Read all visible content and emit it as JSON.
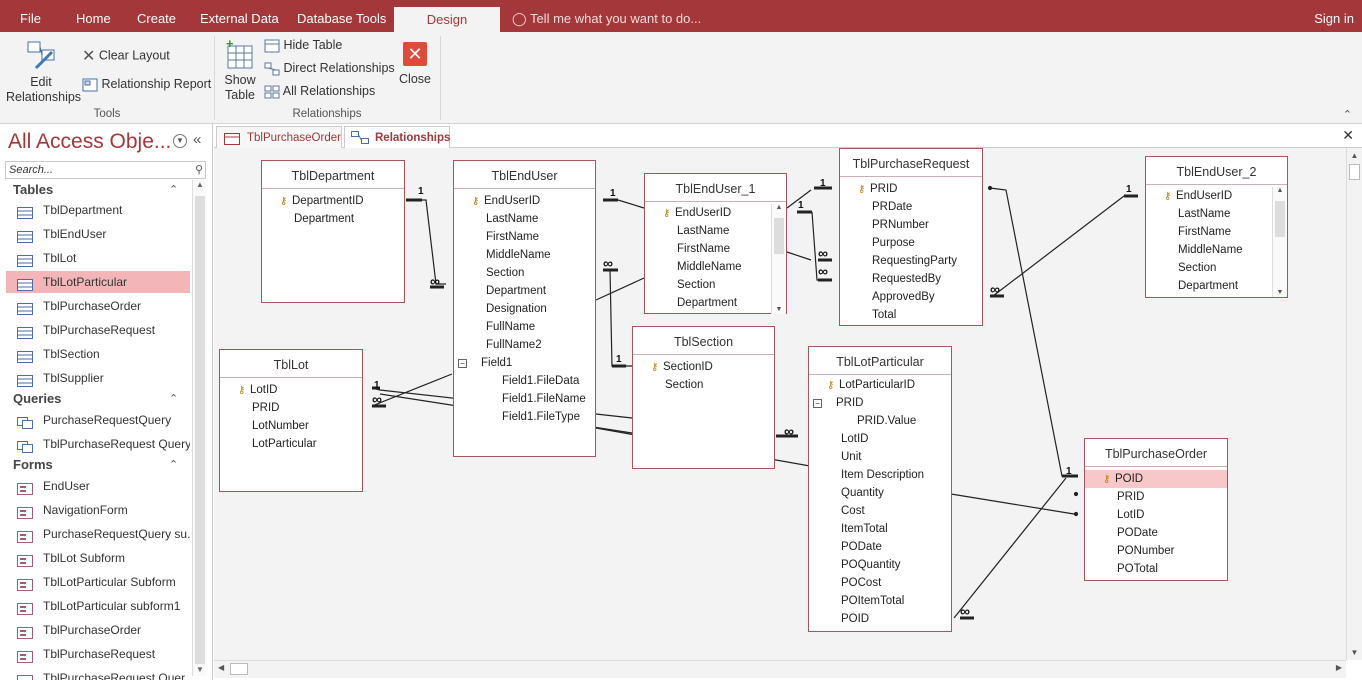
{
  "ribbon_tabs": [
    "File",
    "Home",
    "Create",
    "External Data",
    "Database Tools",
    "Design"
  ],
  "tell_me": "Tell me what you want to do...",
  "sign_in": "Sign in",
  "tools": {
    "edit_relationships_1": "Edit",
    "edit_relationships_2": "Relationships",
    "clear_layout": "Clear Layout",
    "relationship_report": "Relationship Report",
    "group_label": "Tools"
  },
  "relationships_group": {
    "show_table_1": "Show",
    "show_table_2": "Table",
    "hide_table": "Hide Table",
    "direct_relationships": "Direct Relationships",
    "all_relationships": "All Relationships",
    "close": "Close",
    "group_label": "Relationships"
  },
  "nav": {
    "title": "All Access Obje...",
    "search_placeholder": "Search...",
    "tables_label": "Tables",
    "tables": [
      "TblDepartment",
      "TblEndUser",
      "TblLot",
      "TblLotParticular",
      "TblPurchaseOrder",
      "TblPurchaseRequest",
      "TblSection",
      "TblSupplier"
    ],
    "queries_label": "Queries",
    "queries": [
      "PurchaseRequestQuery",
      "TblPurchaseRequest Query"
    ],
    "forms_label": "Forms",
    "forms": [
      "EndUser",
      "NavigationForm",
      "PurchaseRequestQuery su...",
      "TblLot Subform",
      "TblLotParticular Subform",
      "TblLotParticular subform1",
      "TblPurchaseOrder",
      "TblPurchaseRequest",
      "TblPurchaseRequest Quer..."
    ]
  },
  "doc_tabs": [
    "TblPurchaseOrder",
    "Relationships"
  ],
  "tables": {
    "dept": {
      "title": "TblDepartment",
      "fields": [
        "DepartmentID",
        "Department"
      ]
    },
    "enduser": {
      "title": "TblEndUser",
      "fields": [
        "EndUserID",
        "LastName",
        "FirstName",
        "MiddleName",
        "Section",
        "Department",
        "Designation",
        "FullName",
        "FullName2",
        "Field1",
        "Field1.FileData",
        "Field1.FileName",
        "Field1.FileType"
      ]
    },
    "enduser1": {
      "title": "TblEndUser_1",
      "fields": [
        "EndUserID",
        "LastName",
        "FirstName",
        "MiddleName",
        "Section",
        "Department"
      ]
    },
    "pr": {
      "title": "TblPurchaseRequest",
      "fields": [
        "PRID",
        "PRDate",
        "PRNumber",
        "Purpose",
        "RequestingParty",
        "RequestedBy",
        "ApprovedBy",
        "Total"
      ]
    },
    "enduser2": {
      "title": "TblEndUser_2",
      "fields": [
        "EndUserID",
        "LastName",
        "FirstName",
        "MiddleName",
        "Section",
        "Department"
      ]
    },
    "lot": {
      "title": "TblLot",
      "fields": [
        "LotID",
        "PRID",
        "LotNumber",
        "LotParticular"
      ]
    },
    "section": {
      "title": "TblSection",
      "fields": [
        "SectionID",
        "Section"
      ]
    },
    "lotpart": {
      "title": "TblLotParticular",
      "fields": [
        "LotParticularID",
        "PRID",
        "PRID.Value",
        "LotID",
        "Unit",
        "Item Description",
        "Quantity",
        "Cost",
        "ItemTotal",
        "PODate",
        "POQuantity",
        "POCost",
        "POItemTotal",
        "POID"
      ]
    },
    "po": {
      "title": "TblPurchaseOrder",
      "fields": [
        "POID",
        "PRID",
        "LotID",
        "PODate",
        "PONumber",
        "POTotal"
      ]
    }
  },
  "rel_one": "1",
  "rel_many": "∞",
  "colors": {
    "accent": "#a4373a",
    "selected": "#f3b5b8"
  }
}
